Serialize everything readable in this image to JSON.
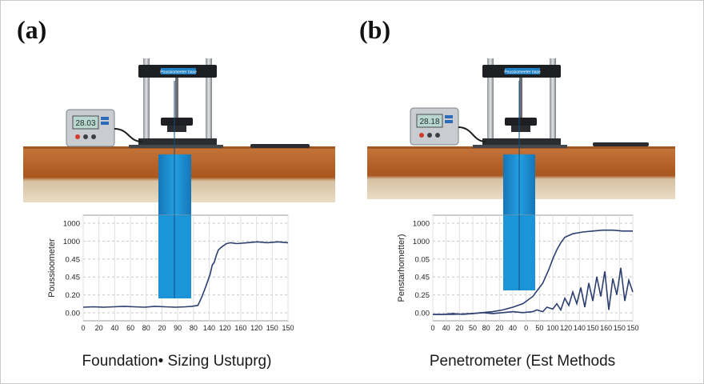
{
  "panels": [
    {
      "label": "(a)",
      "caption": "Foundation• Sizing Ustuprg)",
      "frame_label": "Poussiomeeter base",
      "meter_reading": "28.03",
      "chart": {
        "ylabel": "Poussioometer",
        "x_ticks": [
          "0",
          "20",
          "40",
          "60",
          "80",
          "20",
          "90",
          "80",
          "140",
          "120",
          "160",
          "120",
          "150",
          "150"
        ],
        "y_ticks": [
          "1000",
          "1000",
          "0.45",
          "0.45",
          "0.20",
          "0.00"
        ]
      }
    },
    {
      "label": "(b)",
      "caption": "Penetrometer (Est Methods",
      "frame_label": "Poussiomeeter base",
      "meter_reading": "28.18",
      "chart": {
        "ylabel": "Penstarhometter)",
        "x_ticks": [
          "0",
          "40",
          "20",
          "50",
          "80",
          "20",
          "40",
          "0",
          "50",
          "100",
          "120",
          "140",
          "150",
          "160",
          "150",
          "150"
        ],
        "y_ticks": [
          "1000",
          "1000",
          "0.05",
          "0.45",
          "0.25",
          "0.00"
        ]
      }
    }
  ],
  "colors": {
    "soil_top": "#b8662a",
    "soil_bottom": "#d8c3a2",
    "probe": "#1a8fd0",
    "curve": "#2d3f70"
  },
  "chart_data": [
    {
      "type": "line",
      "title": "",
      "xlabel": "",
      "ylabel": "Poussioometer",
      "xlim": [
        0,
        1
      ],
      "ylim": [
        0,
        1
      ],
      "series": [
        {
          "x": [
            0,
            0.05,
            0.1,
            0.15,
            0.2,
            0.25,
            0.3,
            0.35,
            0.4,
            0.45,
            0.5,
            0.53,
            0.56,
            0.58,
            0.6,
            0.62,
            0.63,
            0.64,
            0.65,
            0.66,
            0.68,
            0.7,
            0.72,
            0.75,
            0.8,
            0.85,
            0.9,
            0.95,
            1.0
          ],
          "values": [
            0.08,
            0.085,
            0.08,
            0.085,
            0.09,
            0.085,
            0.08,
            0.09,
            0.085,
            0.08,
            0.085,
            0.09,
            0.1,
            0.2,
            0.32,
            0.45,
            0.55,
            0.58,
            0.66,
            0.72,
            0.76,
            0.79,
            0.8,
            0.79,
            0.8,
            0.81,
            0.8,
            0.81,
            0.8
          ]
        }
      ]
    },
    {
      "type": "line",
      "title": "",
      "xlabel": "",
      "ylabel": "Penstarhometter)",
      "xlim": [
        0,
        1
      ],
      "ylim": [
        0,
        1
      ],
      "series": [
        {
          "x": [
            0,
            0.1,
            0.2,
            0.3,
            0.35,
            0.4,
            0.45,
            0.5,
            0.55,
            0.58,
            0.6,
            0.62,
            0.64,
            0.66,
            0.7,
            0.75,
            0.8,
            0.85,
            0.9,
            0.95,
            1.0
          ],
          "values": [
            0.0,
            0.0,
            0.01,
            0.03,
            0.05,
            0.08,
            0.12,
            0.2,
            0.35,
            0.5,
            0.62,
            0.72,
            0.8,
            0.86,
            0.9,
            0.92,
            0.93,
            0.94,
            0.94,
            0.93,
            0.93
          ]
        },
        {
          "x": [
            0,
            0.05,
            0.1,
            0.15,
            0.2,
            0.25,
            0.3,
            0.35,
            0.4,
            0.45,
            0.5,
            0.52,
            0.55,
            0.57,
            0.6,
            0.62,
            0.64,
            0.66,
            0.68,
            0.7,
            0.72,
            0.74,
            0.76,
            0.78,
            0.8,
            0.82,
            0.84,
            0.86,
            0.88,
            0.9,
            0.92,
            0.94,
            0.96,
            0.98,
            1.0
          ],
          "values": [
            0.0,
            0.0,
            0.01,
            0.0,
            0.01,
            0.02,
            0.01,
            0.02,
            0.03,
            0.02,
            0.03,
            0.05,
            0.03,
            0.08,
            0.06,
            0.12,
            0.05,
            0.18,
            0.1,
            0.25,
            0.12,
            0.3,
            0.08,
            0.35,
            0.15,
            0.42,
            0.2,
            0.48,
            0.05,
            0.4,
            0.22,
            0.52,
            0.15,
            0.38,
            0.25
          ]
        }
      ]
    }
  ]
}
